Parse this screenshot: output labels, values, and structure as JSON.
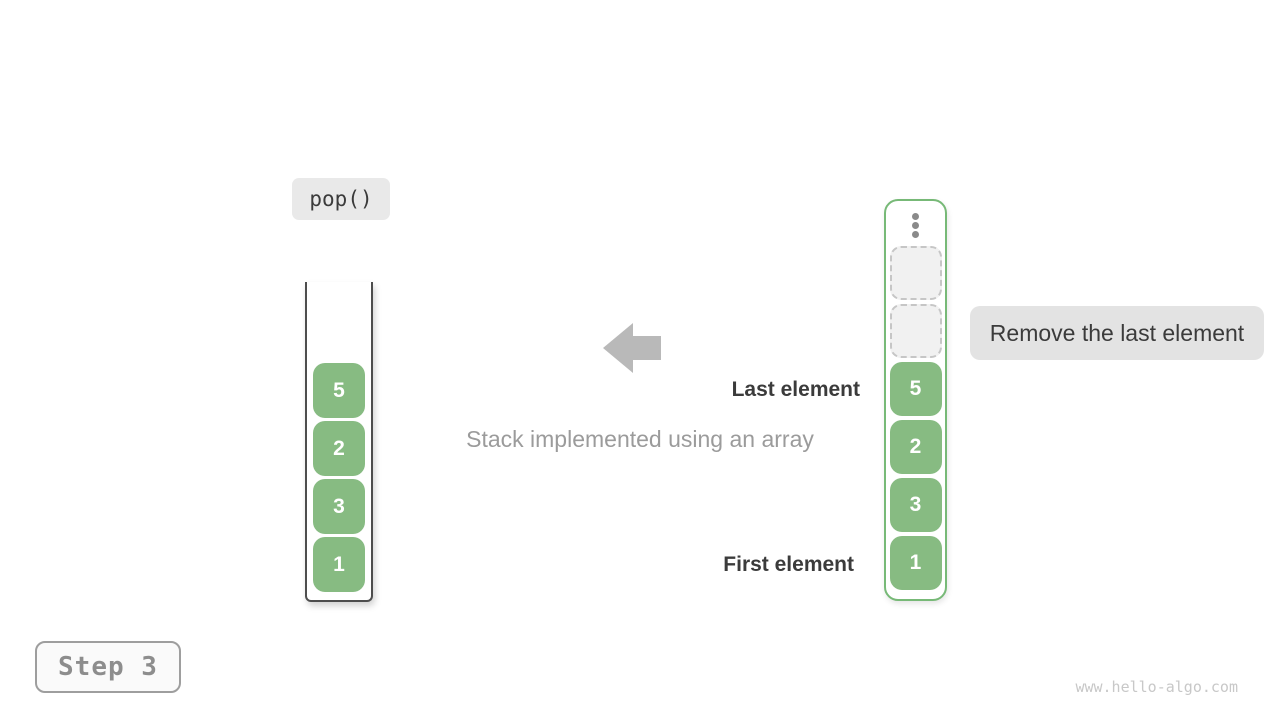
{
  "diagram": {
    "operation_label": "pop()",
    "caption": "Stack implemented using an array",
    "last_element_label": "Last element",
    "first_element_label": "First element",
    "remove_label": "Remove the last element",
    "step_label": "Step 3",
    "watermark": "www.hello-algo.com"
  },
  "left_stack": {
    "elements": [
      "5",
      "2",
      "3",
      "1"
    ]
  },
  "right_stack": {
    "ellipsis_icon": "vertical-ellipsis",
    "empty_slot_count": 2,
    "elements": [
      "5",
      "2",
      "3",
      "1"
    ]
  },
  "colors": {
    "element_green": "#87bb82",
    "container_green": "#77b977",
    "arrow_gray": "#b9b9b9",
    "text_dark": "#3b3b3b",
    "text_gray": "#9b9b9b",
    "step_text": "#8d8d8d",
    "watermark_gray": "#c8c8c8",
    "dark_border": "#4d4d4d"
  }
}
